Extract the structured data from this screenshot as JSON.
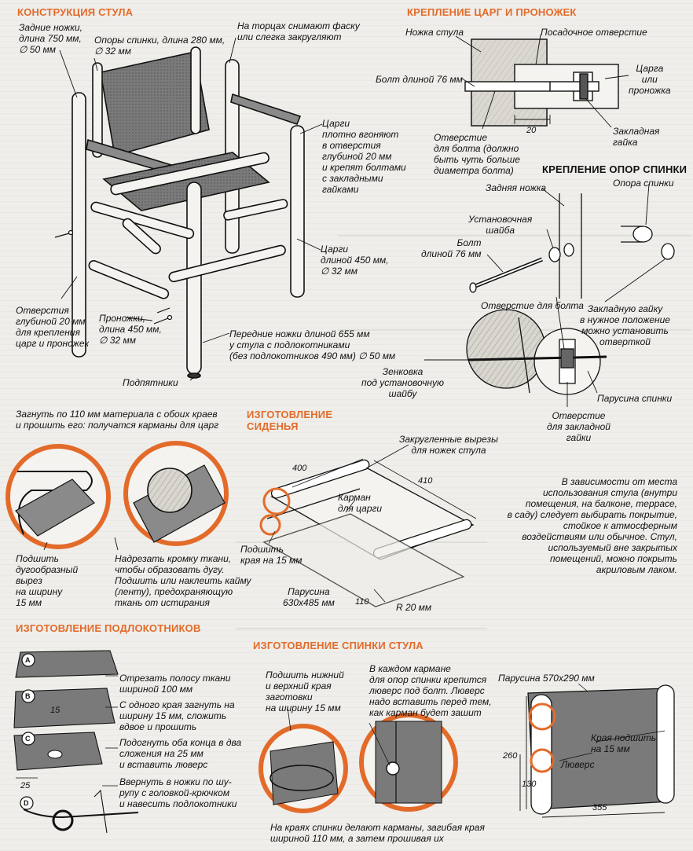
{
  "headings": {
    "chair": "КОНСТРУКЦИЯ СТУЛА",
    "rails": "КРЕПЛЕНИЕ ЦАРГ И ПРОНОЖЕК",
    "back_supports": "КРЕПЛЕНИЕ ОПОР СПИНКИ",
    "seat": "ИЗГОТОВЛЕНИЕ СИДЕНЬЯ",
    "armrests": "ИЗГОТОВЛЕНИЕ ПОДЛОКОТНИКОВ",
    "back": "ИЗГОТОВЛЕНИЕ СПИНКИ СТУЛА"
  },
  "chair": {
    "back_legs": "Задние ножки,\nдлина 750 мм,\n∅ 50 мм",
    "back_supports": "Опоры спинки, длина 280 мм,\n∅ 32 мм",
    "chamfer": "На торцах снимают фаску\nили слегка закругляют",
    "rails_pressed": "Царги\nплотно вгоняют\nв отверстия\nглубиной 20 мм\nи крепят болтами\nс закладными\nгайками",
    "rails_length": "Царги\nдлиной 450 мм,\n∅ 32 мм",
    "holes": "Отверстия\nглубиной 20 мм\nдля крепления\nцарг и проножек",
    "stretchers": "Проножки,\nдлина 450 мм,\n∅ 32 мм",
    "front_legs": "Передние ножки длиной 655 мм\nу стула с подлокотниками\n(без подлокотников 490 мм) ∅ 50 мм",
    "pads": "Подпятники"
  },
  "rails": {
    "leg": "Ножка стула",
    "seat_hole": "Посадочное отверстие",
    "bolt": "Болт длиной 76 мм",
    "rail": "Царга\nили\nпроножка",
    "dim": "20",
    "nut": "Закладная\nгайка",
    "bolt_hole": "Отверстие\nдля болта (должно\nбыть чуть больше\nдиаметра болта)"
  },
  "back_supports": {
    "back_leg": "Задняя ножка",
    "support": "Опора спинки",
    "washer": "Установочная\nшайба",
    "bolt": "Болт\nдлиной 76 мм",
    "bolt_hole": "Отверстие для болта",
    "nut_note": "Закладную гайку\nв нужное положение\nможно установить\nотверткой",
    "countersink": "Зенковка\nпод установочную\nшайбу",
    "canvas": "Парусина спинки",
    "nut_hole": "Отверстие\nдля закладной\nгайки"
  },
  "fabric_note": "Загнуть по 110 мм материала с обоих краев\nи прошить его: получатся карманы для царг",
  "arc_cut": "Подшить\nдугообразный\nвырез\nна ширину\n15 мм",
  "notch": "Надрезать кромку ткани,\nчтобы образовать дугу.\nПодшить или наклеить кайму\n(ленту), предохраняющую\nткань от истирания",
  "seat": {
    "cutouts": "Закругленные вырезы\nдля ножек стула",
    "dim_400": "400",
    "dim_410": "410",
    "pocket": "Карман\nдля царги",
    "hem": "Подшить\nкрая на 15 мм",
    "canvas": "Парусина\n630x485 мм",
    "dim_110": "110",
    "radius": "R 20 мм"
  },
  "note": "В зависимости от места\nиспользования стула (внутри\nпомещения, на балконе, террасе,\nв саду) следует выбирать покрытие,\nстойкое к атмосферным\nвоздействиям или обычное. Стул,\nиспользуемый вне закрытых\nпомещений, можно покрыть\nакриловым лаком.",
  "armrests": {
    "a": "Отрезать полосу ткани\nшириной 100 мм",
    "b": "С одного края загнуть на\nширину 15 мм, сложить\nвдвое и прошить",
    "c": "Подогнуть оба конца в два\nсложения на 25 мм\nи вставить люверс",
    "d": "Ввернуть в ножки по шу-\nрупу с головкой-крючком\nи навесить подлокотники",
    "dim_15": "15",
    "dim_25": "25",
    "steps": [
      "A",
      "B",
      "C",
      "D"
    ]
  },
  "back": {
    "hem_note": "Подшить нижний\nи верхний края\nзаготовки\nна ширину 15 мм",
    "grommet_note": "В каждом кармане\nдля опор спинки крепится\nлюверс под болт. Люверс\nнадо вставить перед тем,\nкак карман будет зашит",
    "canvas": "Парусина 570x290 мм",
    "edges": "Края подшить\nна 15 мм",
    "grommet": "Люверс",
    "dim_260": "260",
    "dim_130": "130",
    "dim_355": "355",
    "pockets": "На краях спинки делают карманы, загибая края\nшириной 110 мм, а затем прошивая их"
  },
  "colors": {
    "accent": "#e36b2a",
    "ink": "#111111",
    "paper": "#efeeea",
    "canvas": "#6e6e6e"
  }
}
